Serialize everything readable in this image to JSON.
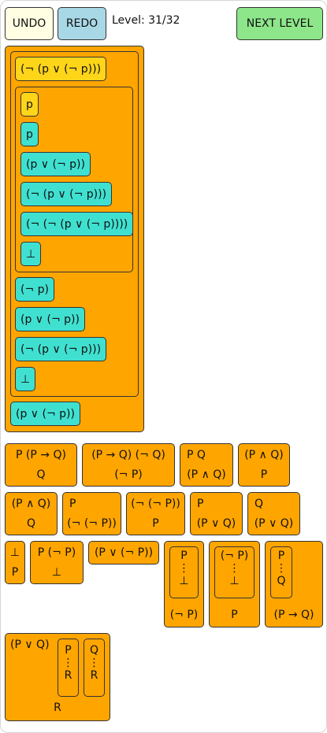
{
  "toolbar": {
    "undo_label": "UNDO",
    "redo_label": "REDO",
    "level_text": "Level: 31/32",
    "next_label": "NEXT LEVEL"
  },
  "proof": {
    "outer_top": "(¬ (p ∨ (¬ p)))",
    "inner": [
      "p",
      "p",
      "(p ∨ (¬ p))",
      "(¬ (p ∨ (¬ p)))",
      "(¬ (¬ (p ∨ (¬ p))))",
      "⊥"
    ],
    "after": [
      "(¬ p)",
      "(p ∨ (¬ p))",
      "(¬ (p ∨ (¬ p)))",
      "⊥"
    ],
    "conclusion": "(p ∨ (¬ p))"
  },
  "rules": {
    "mp": {
      "top": "P  (P → Q)",
      "bottom": "Q"
    },
    "mt": {
      "top": "(P → Q)  (¬ Q)",
      "bottom": "(¬ P)"
    },
    "and_intro": {
      "top": "P  Q",
      "bottom": "(P ∧ Q)"
    },
    "and_elim_l": {
      "top": "(P ∧ Q)",
      "bottom": "P"
    },
    "and_elim_r": {
      "top": "(P ∧ Q)",
      "bottom": "Q"
    },
    "dn_intro": {
      "top": "P",
      "bottom": "(¬ (¬ P))"
    },
    "dn_elim": {
      "top": "(¬ (¬ P))",
      "bottom": "P"
    },
    "or_intro_l": {
      "top": "P",
      "bottom": "(P ∨ Q)"
    },
    "or_intro_r": {
      "top": "Q",
      "bottom": "(P ∨ Q)"
    },
    "bot_elim": {
      "top": "⊥",
      "bottom": "P"
    },
    "contra": {
      "top": "P  (¬ P)",
      "bottom": "⊥"
    },
    "lem": {
      "text": "(P ∨ (¬ P))"
    },
    "neg_intro": {
      "assume": "P",
      "dots": "⋮",
      "derive": "⊥",
      "bottom": "(¬ P)"
    },
    "pbc": {
      "assume": "(¬ P)",
      "dots": "⋮",
      "derive": "⊥",
      "bottom": "P"
    },
    "imp_intro": {
      "assume": "P",
      "dots": "⋮",
      "derive": "Q",
      "bottom": "(P → Q)"
    },
    "or_elim": {
      "top": "(P ∨ Q)",
      "case1": {
        "assume": "P",
        "dots": "⋮",
        "derive": "R"
      },
      "case2": {
        "assume": "Q",
        "dots": "⋮",
        "derive": "R"
      },
      "bottom": "R"
    }
  },
  "colors": {
    "undo_bg": "#fffde2",
    "redo_bg": "#a8d8e6",
    "next_bg": "#8ee68a",
    "box_orange": "#ffa500",
    "formula_cyan": "#40e0d0",
    "formula_gold": "#ffd51a"
  }
}
